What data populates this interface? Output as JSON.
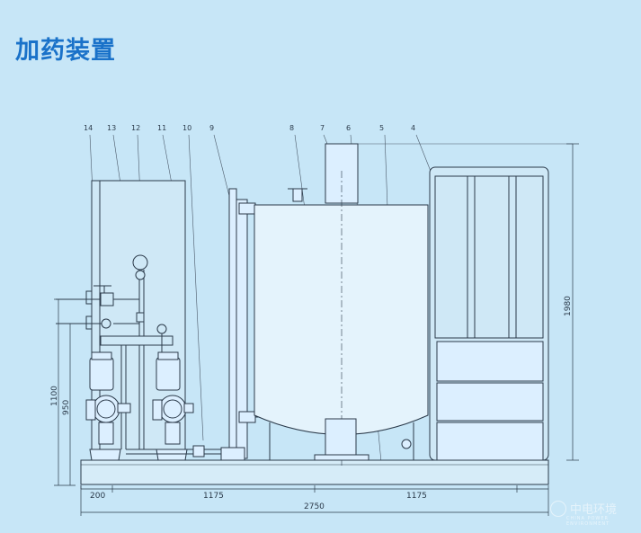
{
  "title": "加药装置",
  "callouts": [
    "14",
    "13",
    "12",
    "11",
    "10",
    "9",
    "8",
    "7",
    "6",
    "5",
    "4"
  ],
  "dimensions": {
    "d200": "200",
    "d1175_left": "1175",
    "d1175_right": "1175",
    "d2750": "2750",
    "d1980": "1980",
    "d1100": "1100",
    "d950": "950"
  },
  "watermark": {
    "text": "中电环境",
    "sub": "CHINA POWER ENVIRONMENT"
  },
  "colors": {
    "background": "#c7e6f7",
    "title": "#1a72c9",
    "line": "#2b3a4a"
  }
}
